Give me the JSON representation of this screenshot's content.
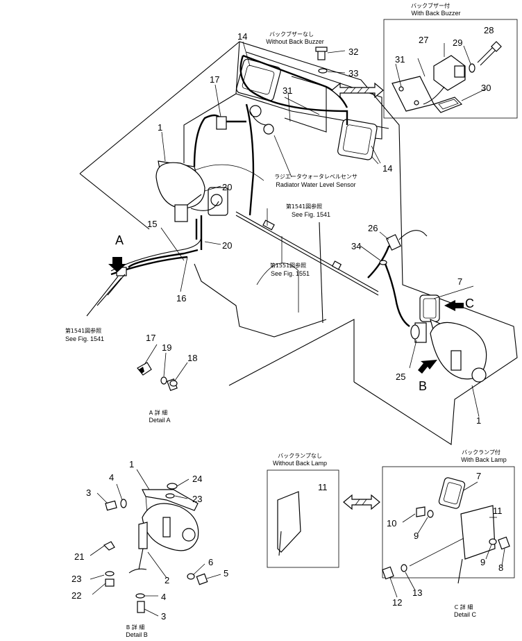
{
  "labels": {
    "back_buzzer_with_jp": "バックブザー付",
    "back_buzzer_with_en": "With Back Buzzer",
    "back_buzzer_without_jp": "バックブザーなし",
    "back_buzzer_without_en": "Without Back Buzzer",
    "radiator_sensor_jp": "ラジエータウォータレベルセンサ",
    "radiator_sensor_en": "Radiator Water Level Sensor",
    "fig1541_jp_a": "第1541図参照",
    "fig1541_en_a": "See Fig. 1541",
    "fig1551_jp": "第1551図参照",
    "fig1551_en": "See Fig. 1551",
    "fig1541_jp_b": "第1541図参照",
    "fig1541_en_b": "See Fig. 1541",
    "detail_a_jp": "A 詳 細",
    "detail_a_en": "Detail A",
    "detail_b_jp": "B 詳 細",
    "detail_b_en": "Detail B",
    "detail_c_jp": "C 詳 細",
    "detail_c_en": "Detail C",
    "back_lamp_without_jp": "バックランプなし",
    "back_lamp_without_en": "Without Back Lamp",
    "back_lamp_with_jp": "バックランプ付",
    "back_lamp_with_en": "With Back Lamp"
  },
  "view_letters": {
    "a": "A",
    "b": "B",
    "c": "C"
  },
  "part_numbers": {
    "p1_main_left": "1",
    "p1_main_right": "1",
    "p1_detail_b": "1",
    "p2": "2",
    "p3_top": "3",
    "p3_bottom": "3",
    "p4_top": "4",
    "p4_bottom": "4",
    "p5": "5",
    "p6": "6",
    "p7_main": "7",
    "p7_detail_c": "7",
    "p8": "8",
    "p9_a": "9",
    "p9_b": "9",
    "p10": "10",
    "p11_without": "11",
    "p11_with": "11",
    "p12": "12",
    "p13": "13",
    "p14_top": "14",
    "p14_right": "14",
    "p15": "15",
    "p16": "16",
    "p17_main": "17",
    "p17_detail_a": "17",
    "p18": "18",
    "p19": "19",
    "p20_a": "20",
    "p20_b": "20",
    "p21": "21",
    "p22": "22",
    "p23_a": "23",
    "p23_b": "23",
    "p24": "24",
    "p25": "25",
    "p26": "26",
    "p27": "27",
    "p28": "28",
    "p29": "29",
    "p30": "30",
    "p31_main": "31",
    "p31_buzzer": "31",
    "p32": "32",
    "p33": "33",
    "p34": "34"
  }
}
